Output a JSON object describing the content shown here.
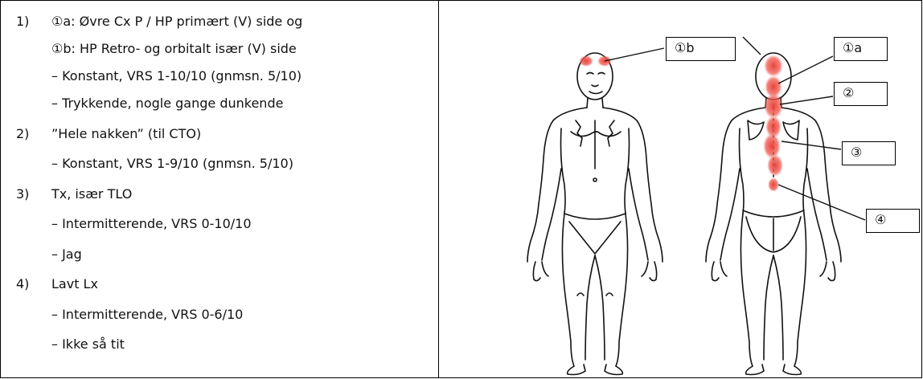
{
  "left_column": {
    "lines": [
      {
        "num": "1)",
        "text": "①a: Øvre Cx P / HP primært (V) side og"
      },
      {
        "num": "",
        "text": "①b: HP Retro- og orbitalt især (V) side"
      },
      {
        "num": "",
        "text": "– Konstant, VRS 1-10/10 (gnmsn. 5/10)"
      },
      {
        "num": "",
        "text": "– Trykkende, nogle gange dunkende"
      },
      {
        "num": "2)",
        "text": "”Hele nakken” (til CTO)"
      },
      {
        "num": "",
        "text": "– Konstant, VRS 1-9/10 (gnmsn. 5/10)"
      },
      {
        "num": "3)",
        "text": "Tx, især TLO"
      },
      {
        "num": "",
        "text": "– Intermitterende, VRS 0-10/10"
      },
      {
        "num": "",
        "text": "– Jag"
      },
      {
        "num": "4)",
        "text": "Lavt Lx"
      },
      {
        "num": "",
        "text": "– Intermitterende, VRS 0-6/10"
      },
      {
        "num": "",
        "text": "– Ikke så tit"
      }
    ]
  },
  "diagram": {
    "labels": {
      "label_1b": "①b",
      "label_1a": "①a",
      "label_2": "②",
      "label_3": "③",
      "label_4": "④"
    },
    "colors": {
      "pain": "#e8392f",
      "outline": "#111111"
    }
  }
}
